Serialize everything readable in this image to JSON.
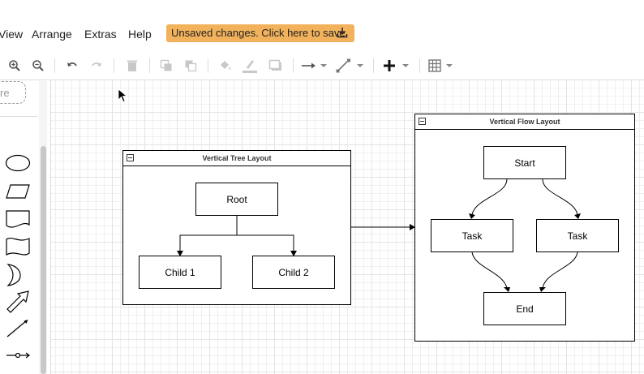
{
  "menu": {
    "items": [
      "View",
      "Arrange",
      "Extras",
      "Help"
    ]
  },
  "save_banner": {
    "label": "Unsaved changes. Click here to save."
  },
  "sidebar": {
    "search_placeholder": "re"
  },
  "containers": {
    "tree": {
      "title": "Vertical Tree Layout",
      "root": "Root",
      "child1": "Child 1",
      "child2": "Child 2"
    },
    "flow": {
      "title": "Vertical Flow Layout",
      "start": "Start",
      "task_left": "Task",
      "task_right": "Task",
      "end": "End"
    }
  },
  "colors": {
    "save_banner_bg": "#f2b25c",
    "grid": "#e4e4e4"
  },
  "icons": [
    "zoom-in-icon",
    "zoom-out-icon",
    "undo-icon",
    "redo-icon",
    "delete-icon",
    "to-front-icon",
    "to-back-icon",
    "fill-color-icon",
    "line-color-icon",
    "shadow-icon",
    "connection-icon",
    "waypoints-icon",
    "insert-icon",
    "table-icon",
    "download-icon"
  ]
}
